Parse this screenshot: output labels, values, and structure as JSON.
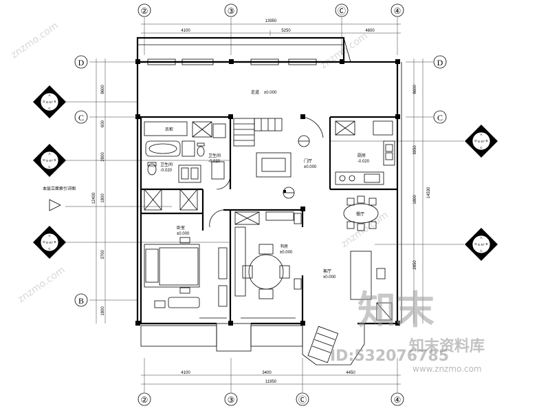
{
  "grid_axes": {
    "top": [
      "②",
      "③",
      "Ⓒ",
      "④"
    ],
    "bottom": [
      "②",
      "③",
      "Ⓒ",
      "④"
    ],
    "left": [
      "D",
      "C",
      "B"
    ],
    "right": [
      "D",
      "C"
    ]
  },
  "dimensions": {
    "top_total": "13950",
    "top_segments": [
      "4100",
      "5250",
      "4600"
    ],
    "bottom_total": "11950",
    "bottom_segments": [
      "4100",
      "3400",
      "4450"
    ],
    "left_total": "12400",
    "left_segments": [
      "8600",
      "600",
      "2800",
      "1800",
      "3700",
      "1800"
    ],
    "right_total": "14530",
    "right_segments": [
      "8600",
      "3950",
      "1800",
      "2850"
    ]
  },
  "rooms": {
    "corridor": "走道",
    "corridor_level": "±0.000",
    "foyer": "门厅",
    "foyer_level": "±0.000",
    "kitchen": "厨房",
    "kitchen_level": "-0.020",
    "bathroom": "卫生间",
    "bathroom_level": "-0.020",
    "wc": "卫生间",
    "wc_level": "-0.020",
    "bedroom": "卧室",
    "bedroom_level": "±0.000",
    "study": "书房",
    "study_level": "±0.000",
    "dining": "餐厅",
    "living": "客厅",
    "living_level": "±0.000",
    "wardrobe": "衣柜",
    "side_note": "本层立面索引详图"
  },
  "index_tags": {
    "letters": [
      "A",
      "B",
      "C",
      "D"
    ],
    "sheet": "E-07"
  },
  "watermark": {
    "logo": "知末",
    "brand": "知末资料库",
    "id": "ID:532076785",
    "url": "www.znzmo.com",
    "diag": "znzmo.com"
  },
  "colors": {
    "line": "#000000",
    "watermark": "#9a9a9a"
  }
}
